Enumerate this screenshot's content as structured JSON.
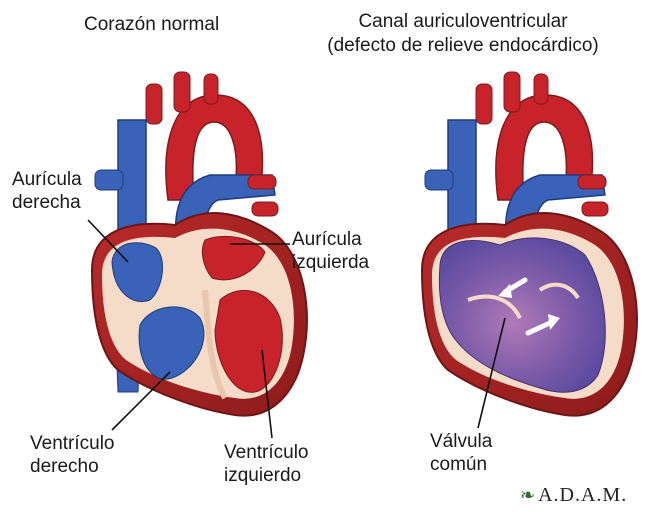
{
  "titles": {
    "normal": "Corazón normal",
    "defect": "Canal auriculoventricular\n(defecto de relieve endocárdico)"
  },
  "labels": {
    "right_atrium": "Aurícula\nderecha",
    "left_atrium": "Aurícula\nizquierda",
    "right_ventricle": "Ventrículo\nderecho",
    "left_ventricle": "Ventrículo\nizquierdo",
    "common_valve": "Válvula\ncomún"
  },
  "logo": {
    "leaf": "❧",
    "text": "A.D.A.M."
  },
  "colors": {
    "oxygenated": "#c8222a",
    "deoxygenated": "#3a62b8",
    "mixed": "#8a4e93",
    "tissue": "#f4dcc8",
    "outline": "#7a1d1d"
  }
}
